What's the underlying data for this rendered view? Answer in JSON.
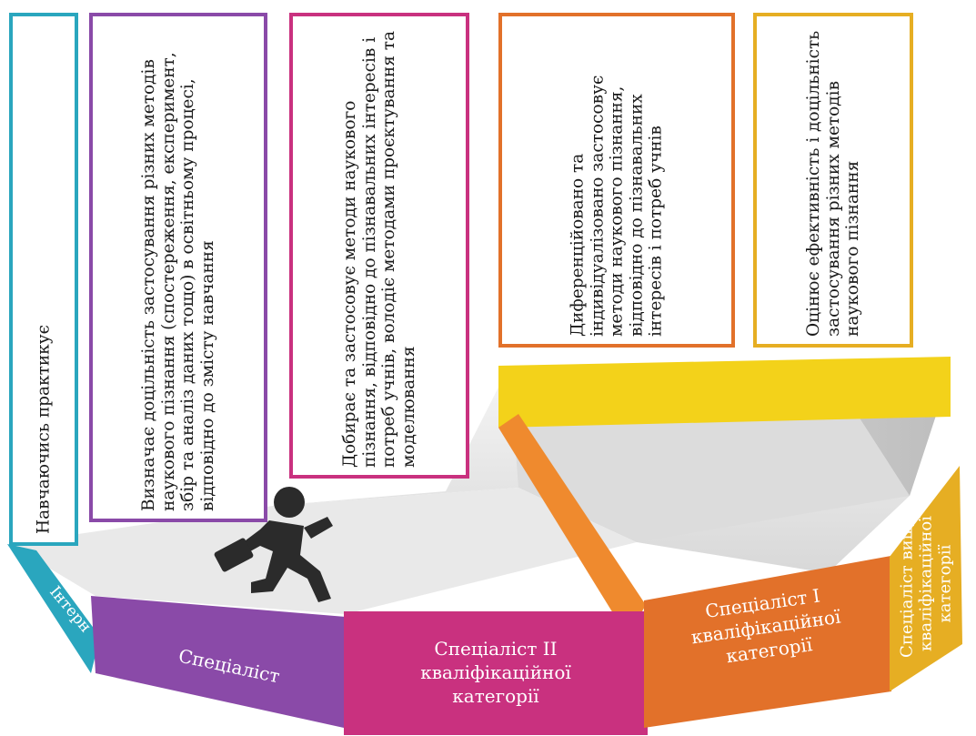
{
  "diagram": {
    "colors": {
      "intern": "#2aa6be",
      "specialist": "#8a4aa8",
      "category_2": "#c9317f",
      "category_1": "#e2712a",
      "highest": "#e6ae23",
      "yellow_band": "#f3d21a",
      "walker": "#2b2b2b"
    },
    "icons": [
      "walking-person-icon",
      "briefcase-icon"
    ],
    "boxes": [
      {
        "text": "Навчаючись практикує"
      },
      {
        "text": "Визначає доцільність застосування різних методів наукового пізнання (спостереження, експеримент, збір та аналіз даних тощо) в освітньому процесі, відповідно до змісту навчання"
      },
      {
        "text": "Добирає та застосовує методи наукового пізнання, відповідно до пізнавальних інтересів і потреб учнів, володіє методами проєктування та моделювання"
      },
      {
        "text": "Диференційовано та індивідуалізовано застосовує методи наукового пізнання, відповідно до пізнавальних інтересів і потреб учнів"
      },
      {
        "text": "Оцінює ефективність і доцільність застосування різних методів наукового пізнання"
      }
    ],
    "steps": [
      {
        "label": "Інтерн"
      },
      {
        "label": "Спеціаліст"
      },
      {
        "label": "Спеціаліст II кваліфікаційної категорії"
      },
      {
        "label": "Спеціаліст I кваліфікаційної категорії"
      },
      {
        "label": "Спеціаліст вищої кваліфікаційної категорії"
      }
    ]
  }
}
